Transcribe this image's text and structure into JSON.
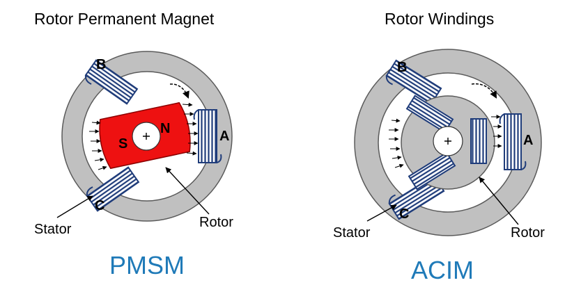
{
  "left": {
    "title": "Rotor Permanent Magnet",
    "name": "PMSM",
    "stator_label": "Stator",
    "rotor_label": "Rotor",
    "coil_a": "A",
    "coil_b": "B",
    "coil_c": "C",
    "pole_s": "S",
    "pole_n": "N"
  },
  "right": {
    "title": "Rotor Windings",
    "name": "ACIM",
    "stator_label": "Stator",
    "rotor_label": "Rotor",
    "coil_a": "A",
    "coil_b": "B",
    "coil_c": "C"
  },
  "colors": {
    "stator": "#c0c0c0",
    "magnet": "#ee1111",
    "winding": "#1f3c7a",
    "accent": "#1f7ab8"
  }
}
